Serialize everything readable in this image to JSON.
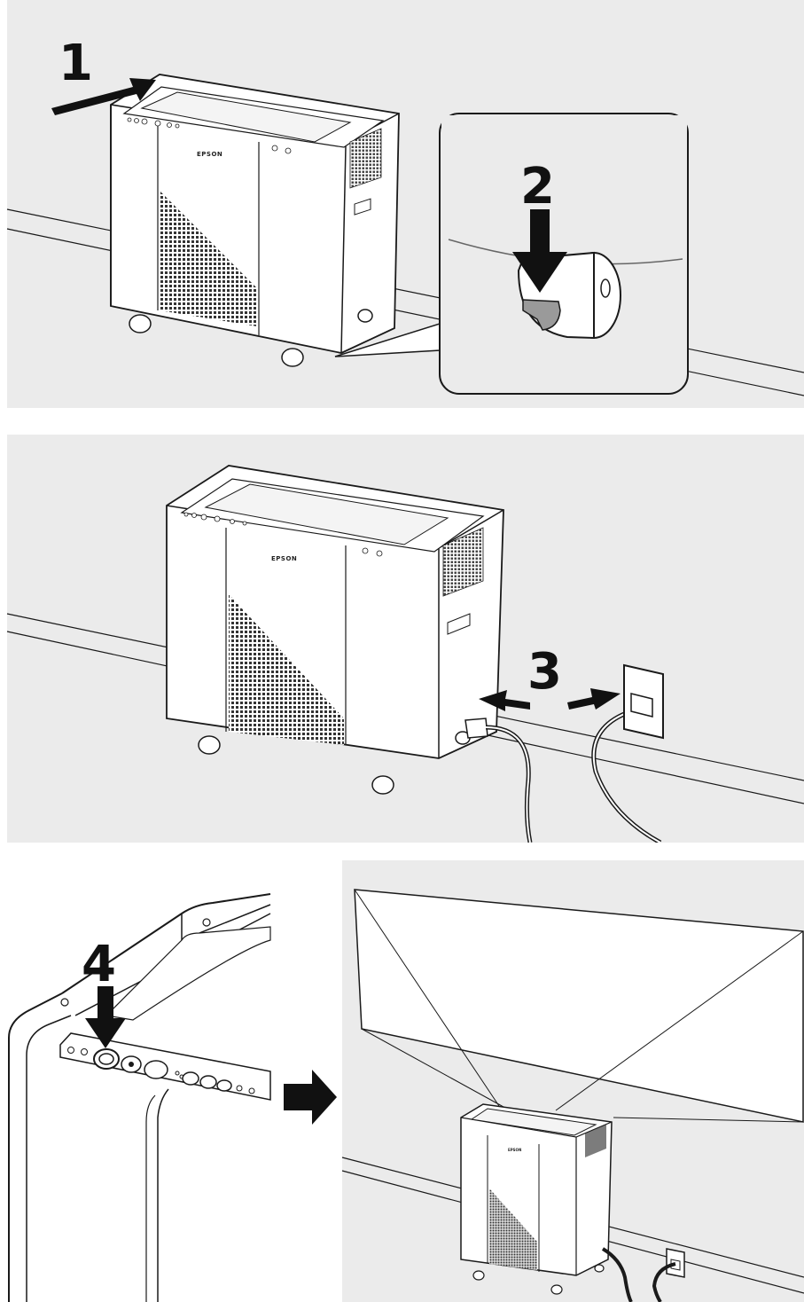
{
  "steps": {
    "step1": "1",
    "step2": "2",
    "step3": "3",
    "step4": "4"
  },
  "brand_label": "EPSON",
  "colors": {
    "background_wall": "#ebebeb",
    "line": "#1a1a1a",
    "device_body": "#ffffff",
    "arrow": "#111111",
    "lever_grey": "#9a9a9a"
  },
  "icons": [
    "push-arrow-icon",
    "press-down-arrow-icon",
    "plug-in-arrow-icon",
    "next-step-arrow-icon",
    "power-button-icon",
    "wall-outlet-icon"
  ]
}
